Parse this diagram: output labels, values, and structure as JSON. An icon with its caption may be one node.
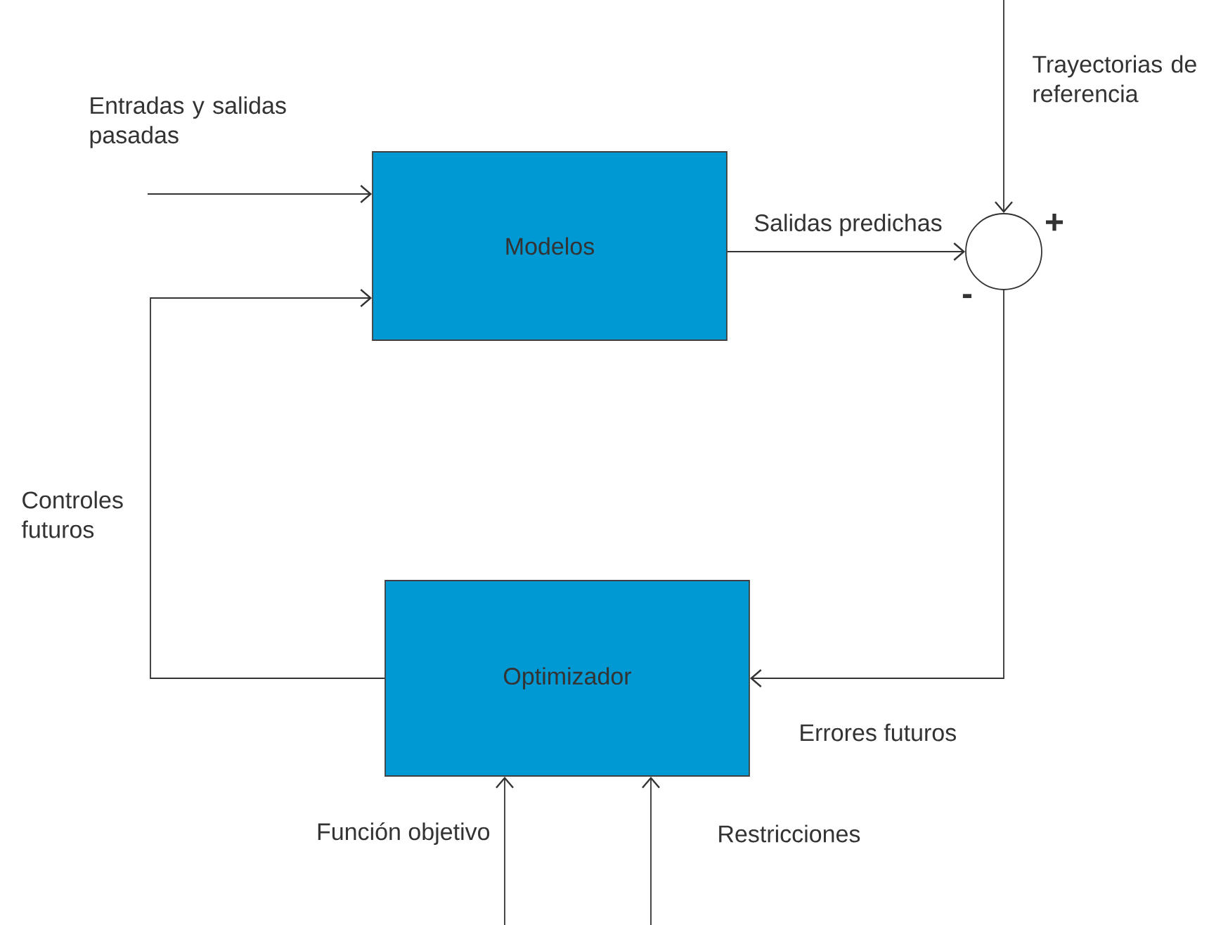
{
  "diagram": {
    "nodes": [
      {
        "text": [
          "Modelos"
        ]
      },
      {
        "text": [],
        "shape": "circle",
        "beside": [
          "+",
          "-"
        ]
      },
      {
        "text": [
          "Optimizador"
        ]
      }
    ],
    "edges": [
      {
        "from": null,
        "to": 0,
        "arrow": "to",
        "label": "Entradas y salidas pasadas"
      },
      {
        "from": 0,
        "to": 1,
        "arrow": "to",
        "label": "Salidas predichas"
      },
      {
        "from": null,
        "to": 1,
        "arrow": "to",
        "label": "Trayectorias de referencia"
      },
      {
        "from": 1,
        "to": 2,
        "arrow": "to",
        "label": "Errores futuros"
      },
      {
        "from": 2,
        "to": 0,
        "arrow": "to",
        "label": "Controles futuros"
      },
      {
        "from": null,
        "to": 2,
        "arrow": "to",
        "label": "Función objetivo"
      },
      {
        "from": null,
        "to": 2,
        "arrow": "to",
        "label": "Restricciones"
      }
    ]
  }
}
